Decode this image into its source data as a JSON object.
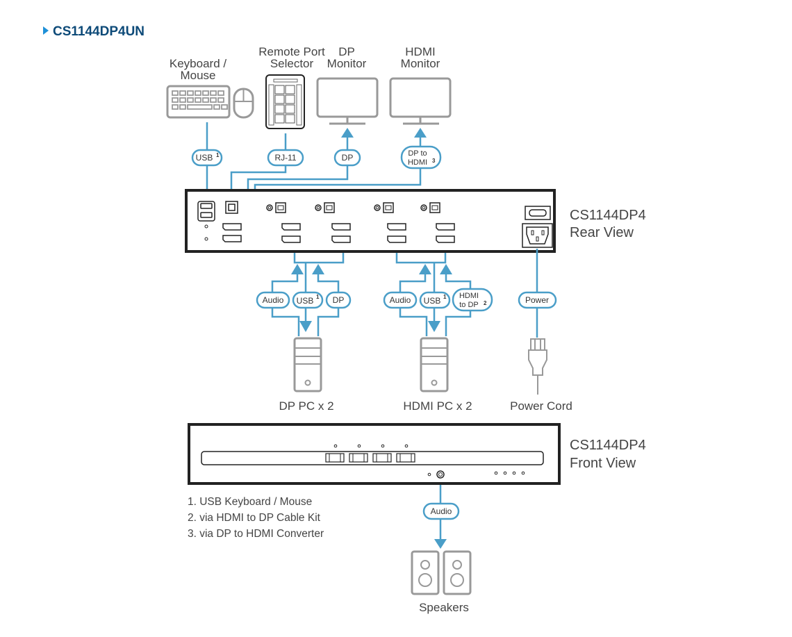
{
  "title": "CS1144DP4UN",
  "colors": {
    "title": "#0d4a78",
    "accent": "#4a9ec8",
    "device_outline": "#999999",
    "panel_outline": "#222222"
  },
  "devices": {
    "keyboard_mouse": {
      "label_line1": "Keyboard /",
      "label_line2": "Mouse"
    },
    "remote_port_selector": {
      "label_line1": "Remote Port",
      "label_line2": "Selector"
    },
    "dp_monitor": {
      "label_line1": "DP",
      "label_line2": "Monitor"
    },
    "hdmi_monitor": {
      "label_line1": "HDMI",
      "label_line2": "Monitor"
    },
    "dp_pc": {
      "label": "DP PC x 2"
    },
    "hdmi_pc": {
      "label": "HDMI PC x 2"
    },
    "power_cord": {
      "label": "Power Cord"
    },
    "speakers": {
      "label": "Speakers"
    }
  },
  "connectors": {
    "usb_top": {
      "label": "USB",
      "note": "1"
    },
    "rj11": {
      "label": "RJ-11"
    },
    "dp_top": {
      "label": "DP"
    },
    "dp_to_hdmi": {
      "label_line1": "DP to",
      "label_line2": "HDMI",
      "note": "3"
    },
    "dp_audio": {
      "label": "Audio"
    },
    "dp_usb": {
      "label": "USB",
      "note": "1"
    },
    "dp_dp": {
      "label": "DP"
    },
    "hdmi_audio": {
      "label": "Audio"
    },
    "hdmi_usb": {
      "label": "USB",
      "note": "1"
    },
    "hdmi_to_dp": {
      "label_line1": "HDMI",
      "label_line2": "to DP",
      "note": "2"
    },
    "power": {
      "label": "Power"
    },
    "front_audio": {
      "label": "Audio"
    }
  },
  "views": {
    "rear": {
      "line1": "CS1144DP4",
      "line2": "Rear View"
    },
    "front": {
      "line1": "CS1144DP4",
      "line2": "Front View"
    }
  },
  "footnotes": [
    "1. USB Keyboard / Mouse",
    "2. via HDMI to DP Cable Kit",
    "3. via DP to HDMI Converter"
  ]
}
